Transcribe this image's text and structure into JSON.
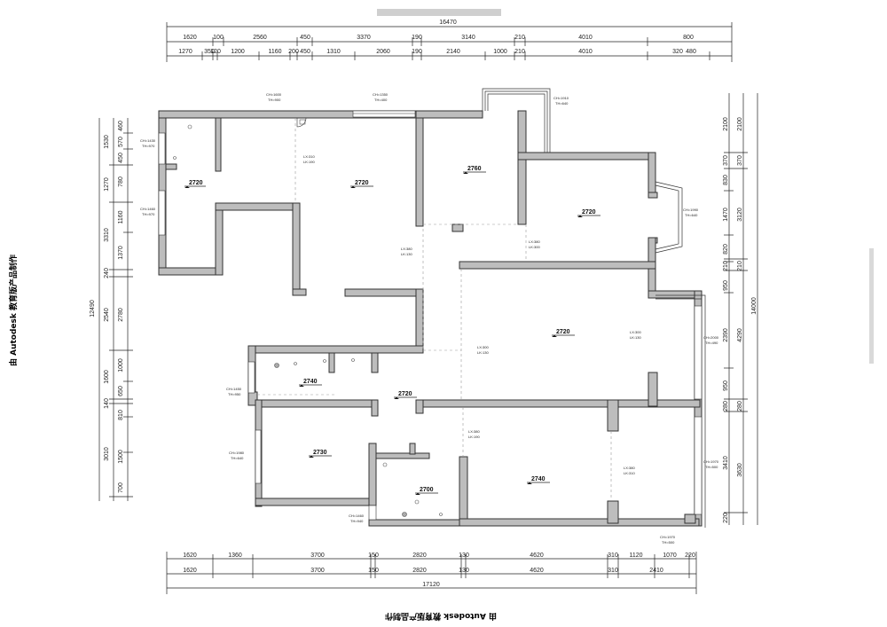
{
  "watermark": {
    "bottom": "由 Autodesk 教育版产品制作",
    "left": "由 Autodesk 教育版产品制作"
  },
  "top_dims": {
    "total": "16470",
    "row1": [
      "1620",
      "100",
      "2560",
      "450",
      "3370",
      "190",
      "3140",
      "210",
      "4010",
      "800"
    ],
    "row2": [
      "1270",
      "350",
      "120",
      "1200",
      "1160",
      "200",
      "450",
      "1310",
      "2060",
      "190",
      "2140",
      "1000",
      "210",
      "4010",
      "320",
      "480"
    ]
  },
  "bottom_dims": {
    "total": "17120",
    "row1": [
      "1620",
      "1360",
      "3700",
      "150",
      "2820",
      "130",
      "4620",
      "310",
      "1120",
      "1070",
      "220"
    ],
    "row2": [
      "1620",
      "3700",
      "150",
      "2820",
      "130",
      "4620",
      "310",
      "2410"
    ]
  },
  "left_dims": {
    "total": "12490",
    "col1": [
      "1530",
      "1270",
      "3310",
      "240",
      "2540",
      "1600",
      "140",
      "3010"
    ],
    "col2": [
      "460",
      "570",
      "450",
      "780",
      "1160",
      "1370",
      "2780",
      "1000",
      "650",
      "810",
      "1500",
      "700"
    ]
  },
  "right_dims": {
    "total": "14000",
    "col1": [
      "2100",
      "370",
      "830",
      "1470",
      "820",
      "210",
      "950",
      "2390",
      "950",
      "280",
      "3410",
      "220"
    ],
    "col2": [
      "2100",
      "370",
      "3120",
      "210",
      "4290",
      "280",
      "3630"
    ]
  },
  "rooms": [
    {
      "label": "2720"
    },
    {
      "label": "2720"
    },
    {
      "label": "2760"
    },
    {
      "label": "2720"
    },
    {
      "label": "2720"
    },
    {
      "label": "2740"
    },
    {
      "label": "2720"
    },
    {
      "label": "2730"
    },
    {
      "label": "2700"
    },
    {
      "label": "2740"
    }
  ],
  "window_tags": [
    {
      "l1": "CH=1600",
      "l2": "TH=900"
    },
    {
      "l1": "CH=1350",
      "l2": "TH=400"
    },
    {
      "l1": "CH=1910",
      "l2": "TH=640"
    },
    {
      "l1": "CH=1430",
      "l2": "TH=970"
    },
    {
      "l1": "CH=1460",
      "l2": "TH=970"
    },
    {
      "l1": "CH=1990",
      "l2": "TH=640"
    },
    {
      "l1": "CH=2000",
      "l2": "TH=490"
    },
    {
      "l1": "CH=1450",
      "l2": "TH=950"
    },
    {
      "l1": "CH=1980",
      "l2": "TH=640"
    },
    {
      "l1": "CH=1970",
      "l2": "TH=500"
    },
    {
      "l1": "CH=1460",
      "l2": "TH=940"
    },
    {
      "l1": "CH=1970",
      "l2": "TH=500"
    }
  ],
  "beam_tags": [
    {
      "l1": "LX:310",
      "l2": "LK:190"
    },
    {
      "l1": "LX:380",
      "l2": "LK:130"
    },
    {
      "l1": "LX:380",
      "l2": "LK:300"
    },
    {
      "l1": "LX:300",
      "l2": "LK:130"
    },
    {
      "l1": "LX:300",
      "l2": "LK:130"
    },
    {
      "l1": "LX:380",
      "l2": "LK:190"
    },
    {
      "l1": "LX:380",
      "l2": "LK:310"
    }
  ]
}
